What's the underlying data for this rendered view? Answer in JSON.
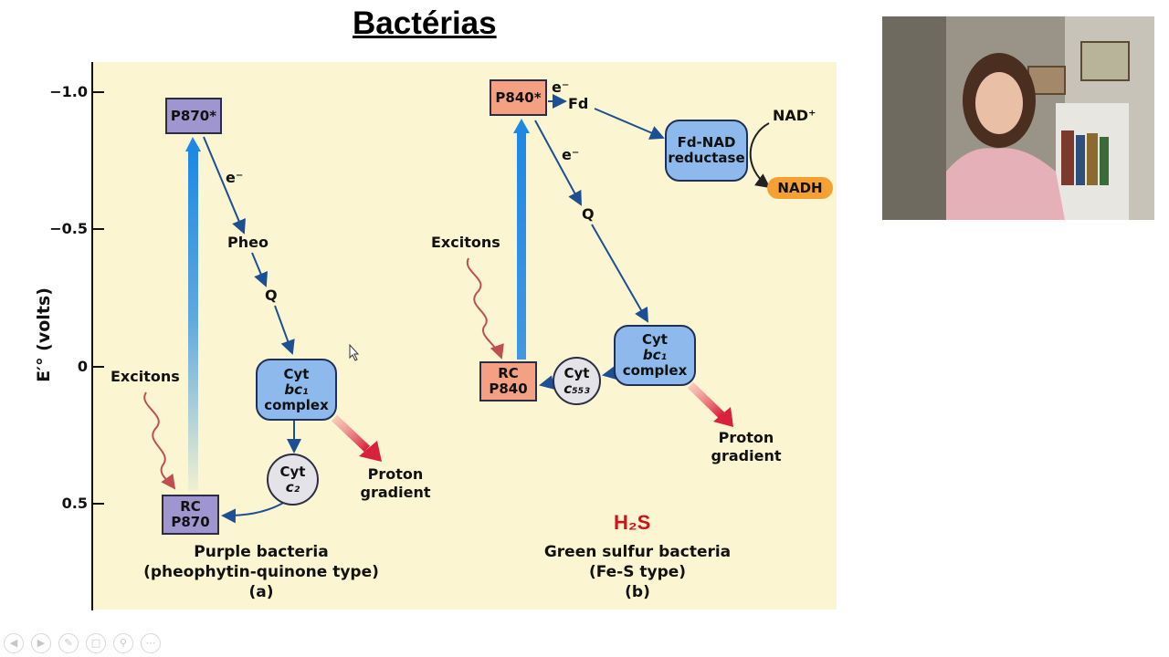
{
  "title": "Bactérias",
  "axis": {
    "label": "E′° (volts)",
    "ticks": [
      "−1.0",
      "−0.5",
      "0",
      "0.5"
    ]
  },
  "purple_bacteria": {
    "p870_star": "P870*",
    "electron": "e⁻",
    "pheo": "Pheo",
    "q": "Q",
    "cyt_bc1": [
      "Cyt",
      "bc₁",
      "complex"
    ],
    "cyt_c2": [
      "Cyt",
      "c₂"
    ],
    "rc": [
      "RC",
      "P870"
    ],
    "excitons": "Excitons",
    "proton_gradient": [
      "Proton",
      "gradient"
    ],
    "caption": [
      "Purple bacteria",
      "(pheophytin-quinone type)",
      "(a)"
    ]
  },
  "green_sulfur_bacteria": {
    "p840_star": "P840*",
    "electron_1": "e⁻",
    "electron_2": "e⁻",
    "fd": "Fd",
    "fd_nad_reductase": [
      "Fd-NAD",
      "reductase"
    ],
    "nad_plus": "NAD⁺",
    "nadh": "NADH",
    "q": "Q",
    "cyt_bc1": [
      "Cyt",
      "bc₁",
      "complex"
    ],
    "cyt_c553": [
      "Cyt",
      "c₅₅₃"
    ],
    "rc": [
      "RC",
      "P840"
    ],
    "excitons": "Excitons",
    "proton_gradient": [
      "Proton",
      "gradient"
    ],
    "h2s": "H₂S",
    "caption": [
      "Green sulfur bacteria",
      "(Fe-S type)",
      "(b)"
    ]
  },
  "colors": {
    "panel": "#fbf6d1",
    "purple_box": "#9f95cf",
    "salmon_box": "#f4a183",
    "blue_complex": "#8eb9ec",
    "nadh": "#f5a033",
    "h2s": "#d0101a",
    "arrow": "#1c4f94",
    "excitation": "#1e88e5",
    "proton_arrow": "#d8213a"
  },
  "controls": [
    "prev-icon",
    "next-icon",
    "pen-icon",
    "slides-icon",
    "zoom-icon",
    "more-icon"
  ]
}
